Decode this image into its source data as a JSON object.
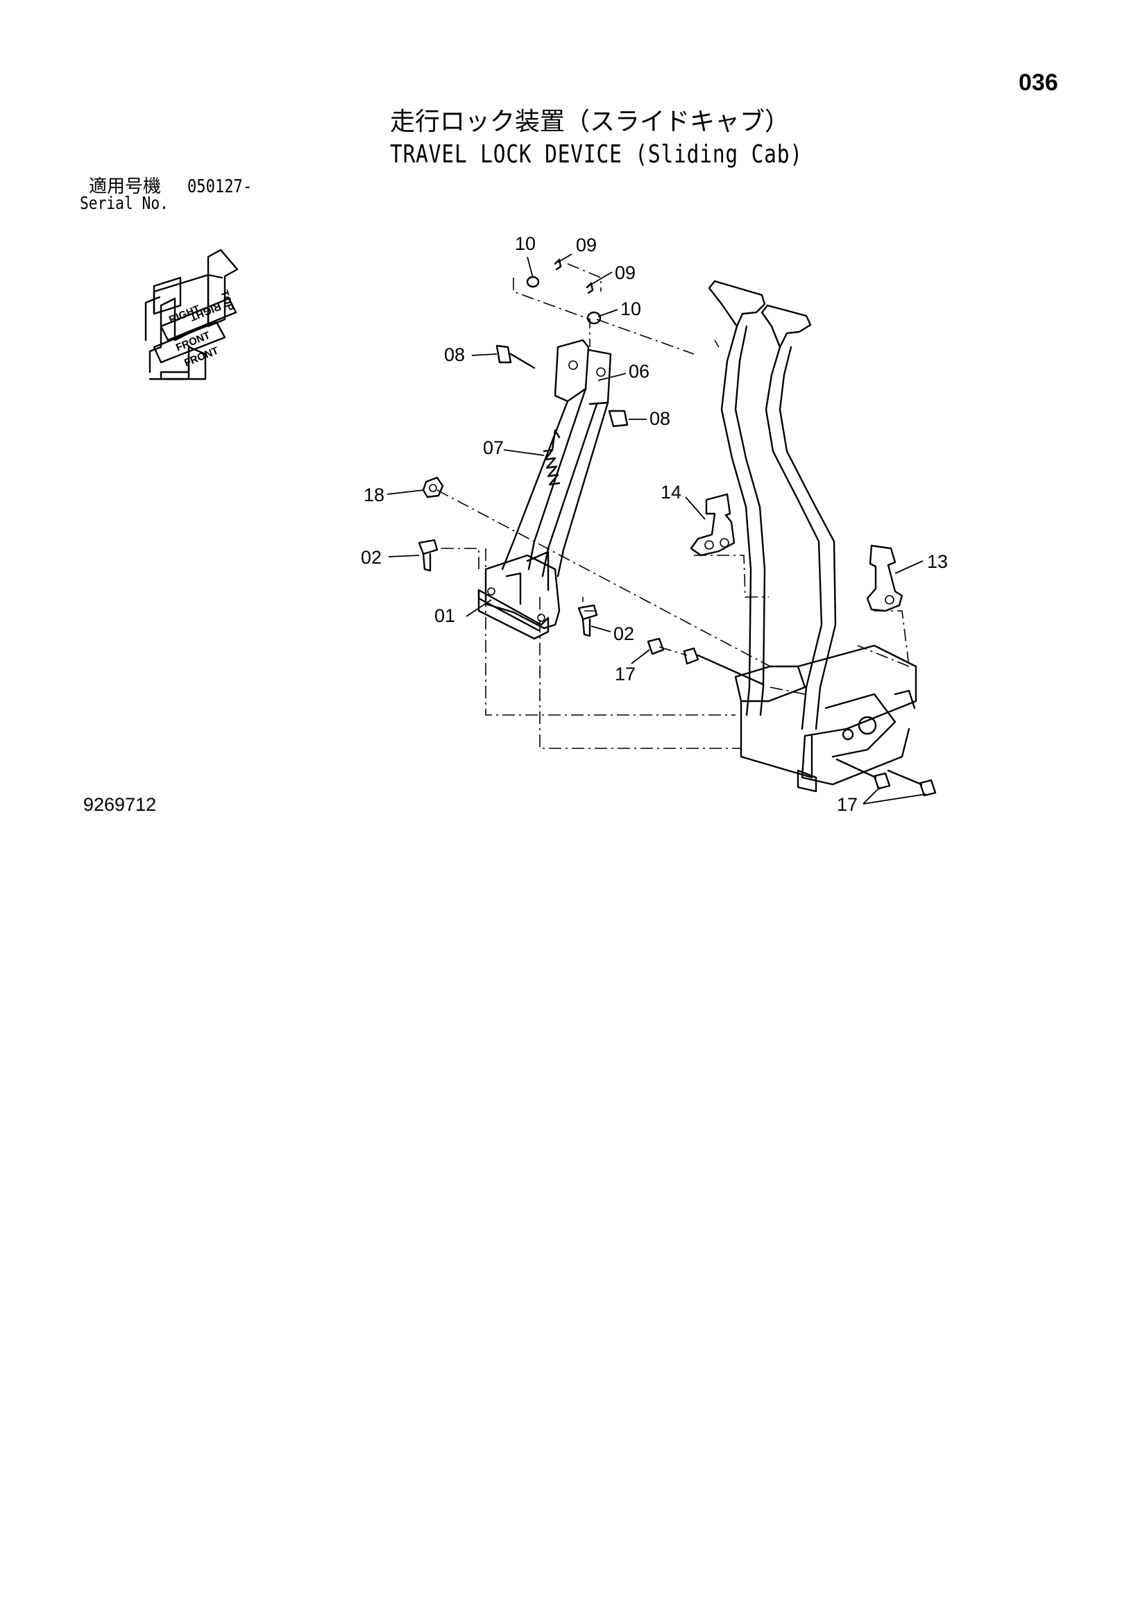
{
  "header": {
    "page_number": "036",
    "title_jp": "走行ロック装置（スライドキャブ）",
    "title_en": "TRAVEL LOCK DEVICE (Sliding Cab)"
  },
  "serial": {
    "label_jp": "適用号機",
    "value": "050127-",
    "label_en": "Serial No."
  },
  "orientation": {
    "top": "TOP",
    "right": "RIGHT",
    "front": "FRONT"
  },
  "callouts": {
    "c10a": "10",
    "c09a": "09",
    "c09b": "09",
    "c10b": "10",
    "c08a": "08",
    "c06": "06",
    "c08b": "08",
    "c07": "07",
    "c14": "14",
    "c18": "18",
    "c13": "13",
    "c02a": "02",
    "c01": "01",
    "c02b": "02",
    "c17a": "17",
    "c17b": "17"
  },
  "footer": {
    "drawing_number": "9269712"
  }
}
